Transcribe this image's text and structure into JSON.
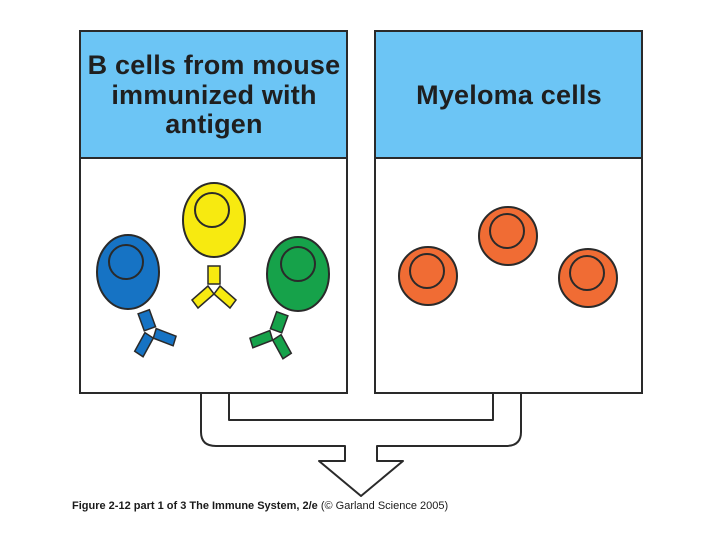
{
  "panels": {
    "left_title": "B cells from mouse immunized with antigen",
    "right_title": "Myeloma cells"
  },
  "caption": {
    "figure_label": "Figure 2-12 part 1 of 3",
    "book": "The Immune System, 2/e",
    "credit": "(© Garland Science 2005)"
  },
  "colors": {
    "panel_header": "#6cc5f5",
    "b_cell_blue": "#1673c4",
    "b_cell_yellow": "#f7ea10",
    "b_cell_green": "#16a24a",
    "myeloma_orange": "#f06c34",
    "outline": "#2a2a2a"
  },
  "icons": [
    "b-cell-blue-icon",
    "b-cell-yellow-icon",
    "b-cell-green-icon",
    "antibody-icon",
    "myeloma-cell-icon",
    "merge-arrow-icon"
  ]
}
